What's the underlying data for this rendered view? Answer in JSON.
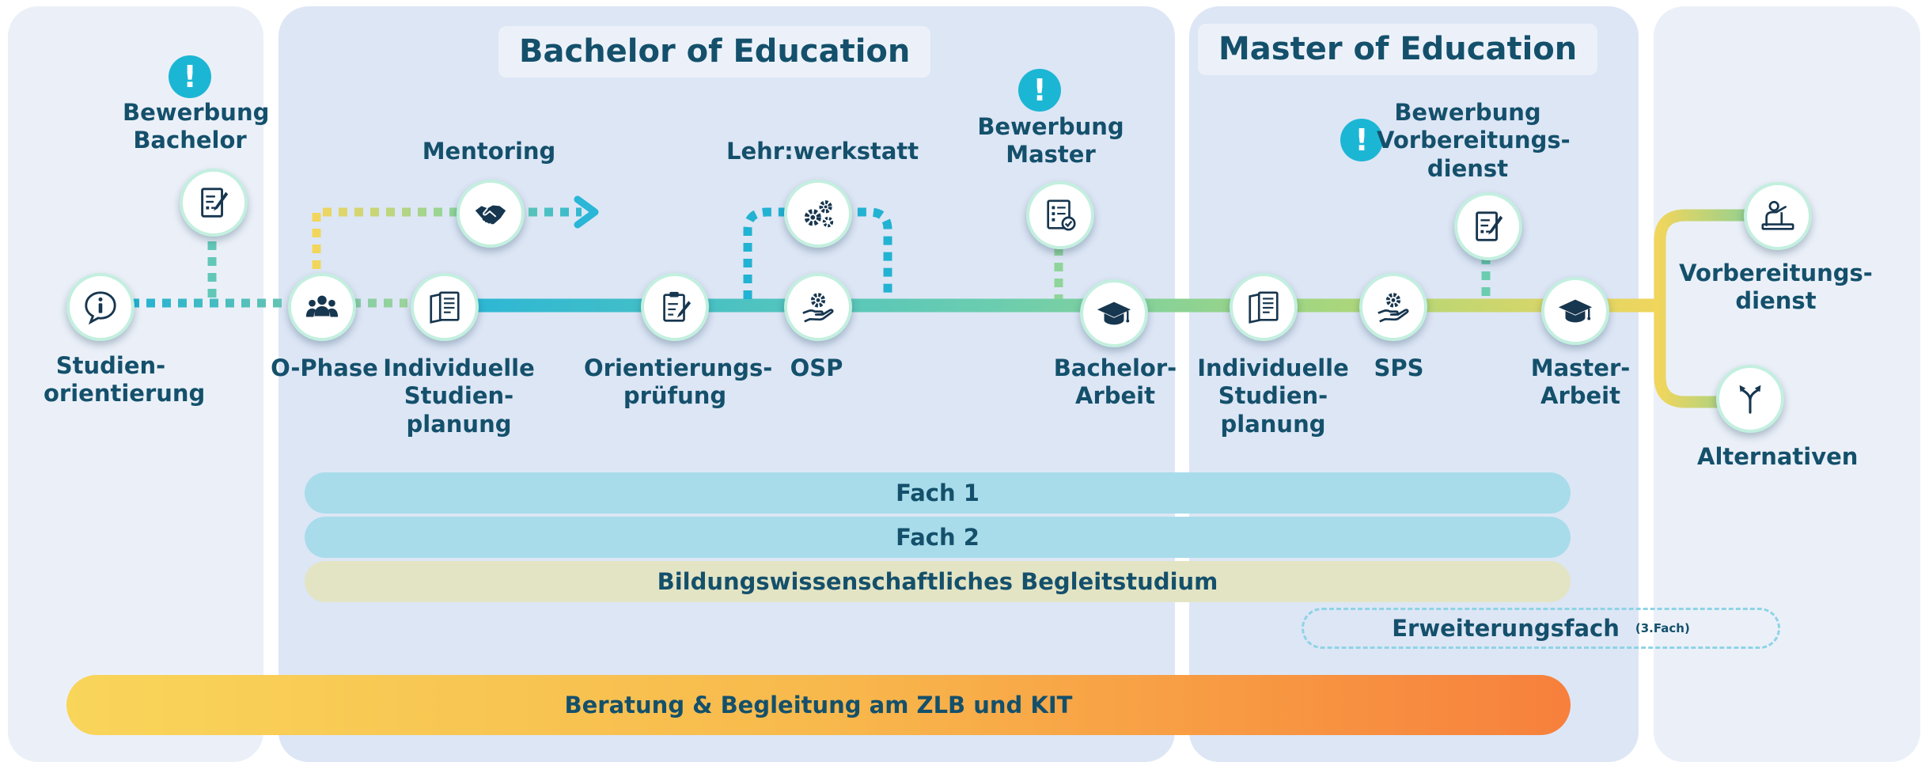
{
  "headers": {
    "bachelor": "Bachelor of Education",
    "master": "Master of Education"
  },
  "labels": {
    "bewerbung_bachelor": "Bewerbung\nBachelor",
    "mentoring": "Mentoring",
    "lehrwerkstatt": "Lehr:werkstatt",
    "bewerbung_master": "Bewerbung\nMaster",
    "bewerbung_vorbereitungsdienst": "Bewerbung\nVorbereitungs-\ndienst",
    "studienorientierung": "Studien-\norientierung",
    "o_phase": "O-Phase",
    "individuelle_studienplanung_1": "Individuelle\nStudien-\nplanung",
    "orientierungspruefung": "Orientierungs-\nprüfung",
    "osp": "OSP",
    "bachelor_arbeit": "Bachelor-\nArbeit",
    "individuelle_studienplanung_2": "Individuelle\nStudien-\nplanung",
    "sps": "SPS",
    "master_arbeit": "Master-\nArbeit",
    "vorbereitungsdienst": "Vorbereitungs-\ndienst",
    "alternativen": "Alternativen"
  },
  "alert_symbol": "!",
  "bars": {
    "fach1": "Fach 1",
    "fach2": "Fach 2",
    "begleitstudium": "Bildungswissenschaftliches Begleitstudium",
    "erweiterungsfach": "Erweiterungsfach",
    "erweiterungsfach_note": "(3.Fach)",
    "beratung": "Beratung & Begleitung am ZLB und KIT"
  },
  "colors": {
    "panel_bg": "#dde6f5",
    "outer_panel_bg": "#ebf0f8",
    "text": "#14506b",
    "accent_cyan": "#1cb6d5",
    "fach_bar": "#a8dcea",
    "begleit_bar": "#e3e4c4",
    "beratung_start": "#f9d55a",
    "beratung_end": "#f7803c",
    "timeline_green": "#8fd49a",
    "timeline_yellow": "#f2d65c"
  },
  "icons": {
    "studienorientierung": "info-icon",
    "bewerbung_bachelor": "application-form-icon",
    "o_phase": "group-icon",
    "mentoring": "handshake-icon",
    "individuelle_studienplanung": "document-folder-icon",
    "orientierungspruefung": "exam-clipboard-icon",
    "lehrwerkstatt": "gears-icon",
    "osp": "hand-gear-icon",
    "bewerbung_master": "checklist-icon",
    "bachelor_arbeit": "graduation-cap-icon",
    "sps": "hand-gear-icon",
    "bewerbung_vorbereitungsdienst": "application-form-icon",
    "master_arbeit": "graduation-cap-icon",
    "vorbereitungsdienst": "teacher-icon",
    "alternativen": "split-arrow-icon"
  }
}
